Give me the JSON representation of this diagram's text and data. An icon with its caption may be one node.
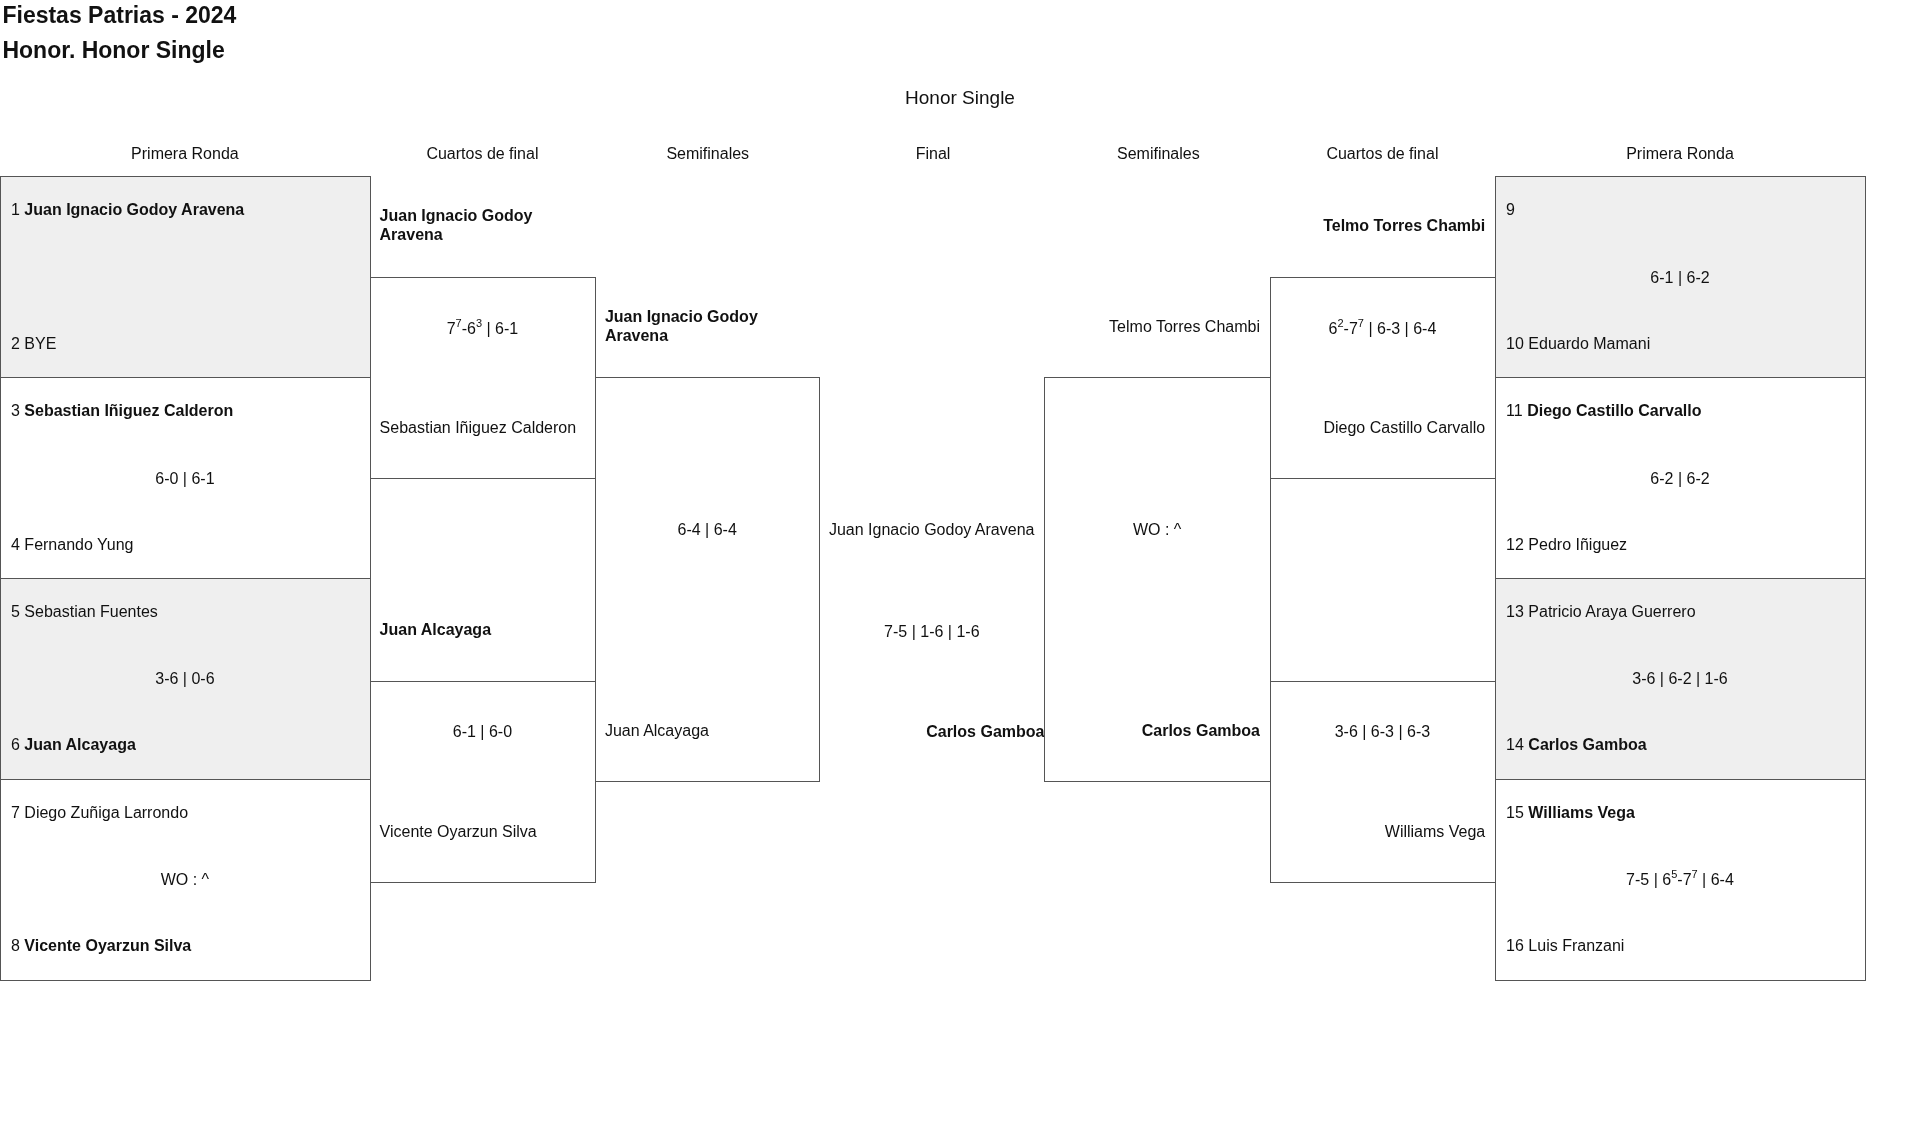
{
  "diagram": {
    "title": "Fiestas Patrias - 2024",
    "nodes": [
      {
        "text": [
          "1 **Juan Ignacio Godoy Aravena**",
          "2 BYE"
        ]
      },
      {
        "text": [
          "3 **Sebastian Iñiguez Calderon**",
          "6-0 | 6-1",
          "4 Fernando Yung"
        ]
      },
      {
        "text": [
          "5 Sebastian Fuentes",
          "3-6 | 0-6",
          "6 **Juan Alcayaga**"
        ]
      },
      {
        "text": [
          "7 Diego Zuñiga Larrondo",
          "WO : ^",
          "8 **Vicente Oyarzun Silva**"
        ]
      },
      {
        "text": [
          "Juan Ignacio Godoy Aravena",
          "7$^{7}$-6$^{3}$ | 6-1",
          "Sebastian Iñiguez Calderon"
        ]
      },
      {
        "text": [
          "Juan Alcayaga",
          "6-1 | 6-0",
          "Vicente Oyarzun Silva"
        ]
      },
      {
        "text": [
          "Juan Ignacio Godoy Aravena",
          "6-4 | 6-4",
          "Juan Alcayaga"
        ]
      },
      {
        "text": [
          "Juan Ignacio Godoy Aravena",
          "7-5 | 1-6 | 1-6",
          "Carlos Gamboa"
        ]
      },
      {
        "text": [
          "Telmo Torres Chambi",
          "WO : ^",
          "Carlos Gamboa"
        ]
      },
      {
        "text": [
          "Telmo Torres Chambi",
          "6$^{2}$-7$^{7}$ | 6-3 | 6-4",
          "Diego Castillo Carvallo"
        ]
      },
      {
        "text": [
          "3-6 | 6-3 | 6-3",
          "Williams Vega"
        ]
      },
      {
        "text": [
          "9",
          "6-1 | 6-2",
          "10 Eduardo Mamani"
        ]
      },
      {
        "text": [
          "11 **Diego Castillo Carvallo**",
          "6-2 | 6-2",
          "12 Pedro Iñiguez"
        ]
      },
      {
        "text": [
          "13 Patricio Araya Guerrero",
          "3-6 | 6-2 | 1-6",
          "14 **Carlos Gamboa**"
        ]
      },
      {
        "text": [
          "15 **Williams Vega**",
          "7-5 | 6$^{5}$-7$^{7}$ | 6-4",
          "16 Luis Franzani"
        ]
      }
    ],
    "labels": [
      "Honor. Honor Single",
      "Honor Single",
      "Primera Ronda",
      "Cuartos de final",
      "Semifinales",
      "Final",
      "Semifinales",
      "Cuartos de final",
      "Primera Ronda"
    ]
  }
}
